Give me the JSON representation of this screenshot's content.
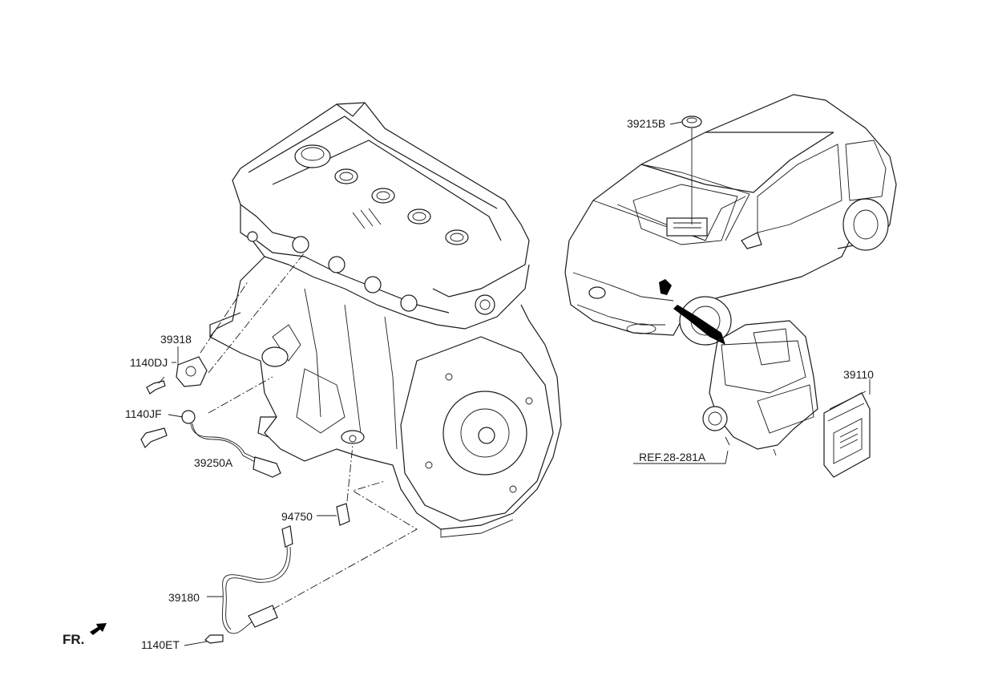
{
  "labels": {
    "p39215B": "39215B",
    "p39318": "39318",
    "p1140DJ": "1140DJ",
    "p1140JF": "1140JF",
    "p39250A": "39250A",
    "p94750": "94750",
    "p39180": "39180",
    "p1140ET": "1140ET",
    "p39110": "39110",
    "ref": "REF.28-281A",
    "fr": "FR."
  },
  "colors": {
    "line": "#1a1a1a",
    "background": "#ffffff"
  }
}
